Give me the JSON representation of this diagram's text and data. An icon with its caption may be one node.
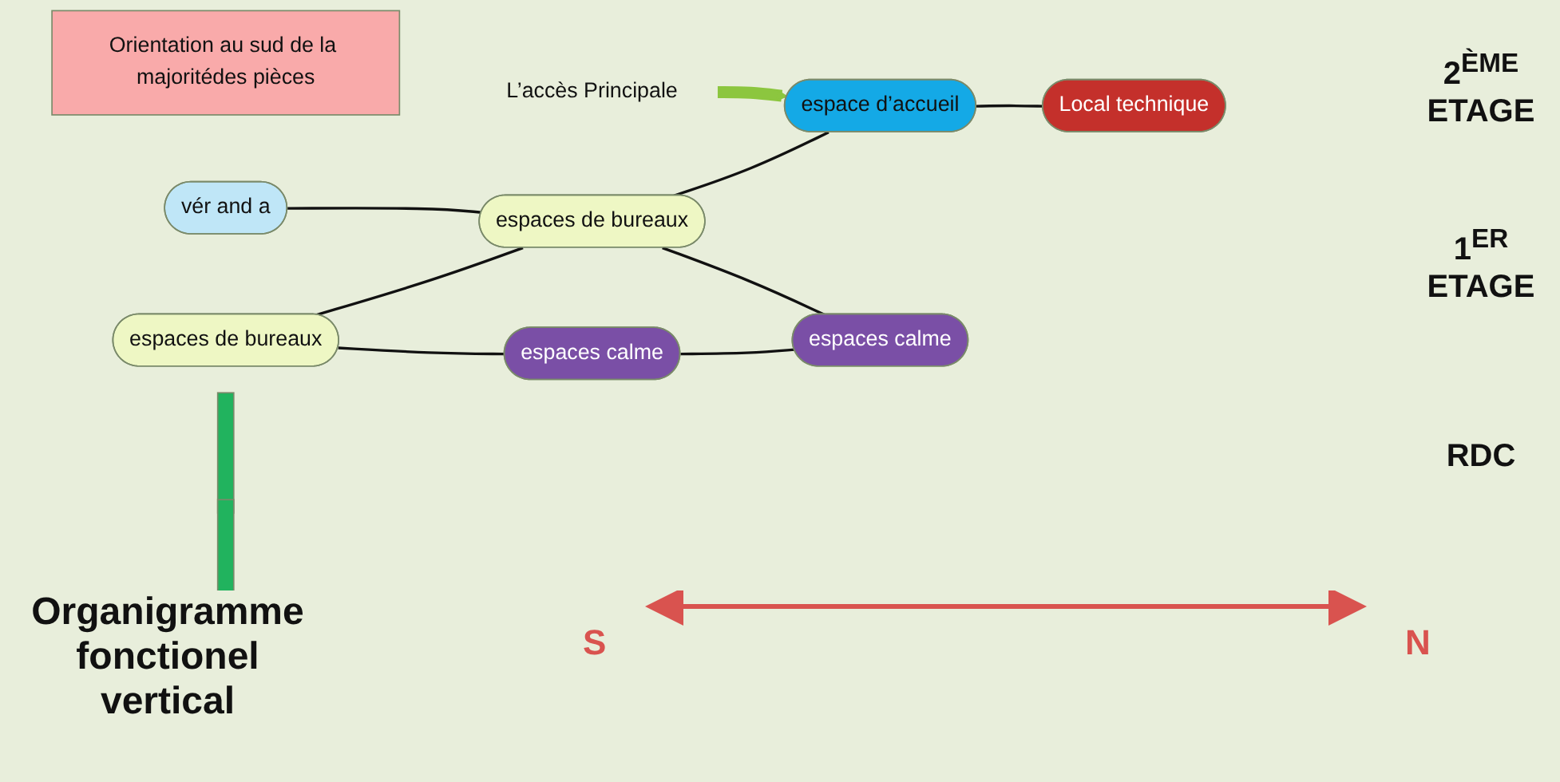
{
  "diagram": {
    "title": "Organigramme fonctionel vertical",
    "nodes": [
      {
        "text": [
          "Orientation au sud de la majoritédes pièces"
        ]
      },
      {
        "text": [
          "vér and a"
        ]
      },
      {
        "text": [
          "espaces de bureaux"
        ]
      },
      {
        "text": [
          "espaces de bureaux"
        ]
      },
      {
        "text": [
          "espace d’accueil"
        ]
      },
      {
        "text": [],
        "shape": "bar"
      },
      {
        "text": [],
        "shape": "bar"
      },
      {
        "text": [
          "espaces calme"
        ]
      },
      {
        "text": [
          "espaces calme"
        ]
      },
      {
        "text": [
          "Local technique"
        ]
      },
      {
        "text": [
          "L’accès Principale"
        ]
      }
    ],
    "edges": [
      {
        "from": 2,
        "to": 3,
        "arrow": "none"
      },
      {
        "from": 1,
        "to": 3,
        "arrow": "none"
      },
      {
        "from": 3,
        "to": 4,
        "arrow": "none"
      },
      {
        "from": 2,
        "to": 7,
        "arrow": "none"
      },
      {
        "from": 7,
        "to": 8,
        "arrow": "none"
      },
      {
        "from": 3,
        "to": 8,
        "arrow": "none"
      },
      {
        "from": 4,
        "to": 9,
        "arrow": "none"
      },
      {
        "from": 10,
        "to": 4,
        "arrow": "to",
        "style": "thick",
        "color": "#8cc63f"
      }
    ],
    "labels": [
      "2$^{ÈME}$ ETAGE",
      "1$^{ER}$ ETAGE",
      "RDC",
      "S",
      "N"
    ]
  }
}
